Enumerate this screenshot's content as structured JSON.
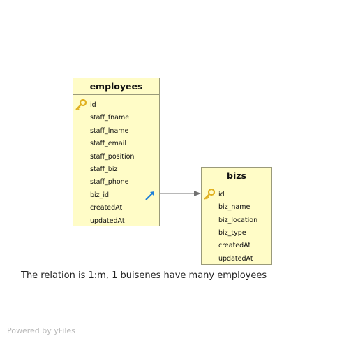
{
  "entities": {
    "employees": {
      "title": "employees",
      "fields": [
        "id",
        "staff_fname",
        "staff_lname",
        "staff_email",
        "staff_position",
        "staff_biz",
        "staff_phone",
        "biz_id",
        "createdAt",
        "updatedAt"
      ],
      "key_field_index": 0,
      "foreign_key_index": 7
    },
    "bizs": {
      "title": "bizs",
      "fields": [
        "id",
        "biz_name",
        "biz_location",
        "biz_type",
        "createdAt",
        "updatedAt"
      ],
      "key_field_index": 0
    }
  },
  "caption": "The relation is 1:m, 1 buisenes have many employees",
  "footer": "Powered by yFiles",
  "colors": {
    "entity_fill": "#fffcc7",
    "entity_border": "#9a9a7a",
    "edge": "#707070",
    "key": "#e0b020",
    "fk": "#1e7fd8"
  }
}
